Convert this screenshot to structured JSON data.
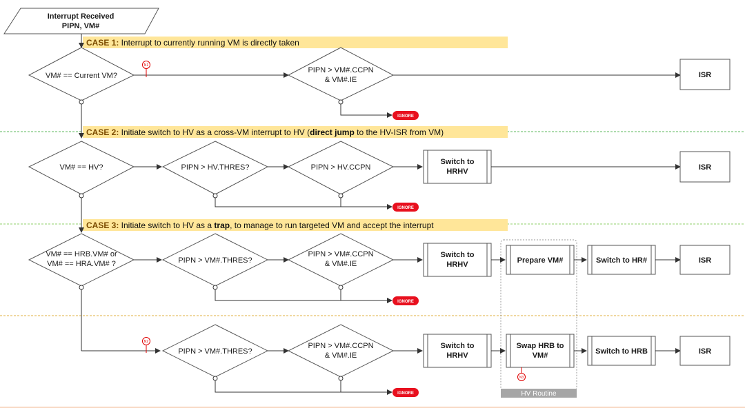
{
  "start": {
    "line1": "Interrupt Received",
    "line2": "PIPN, VM#"
  },
  "cases": [
    {
      "head": "CASE 1:",
      "pre": " Interrupt to currently running VM is directly taken",
      "bold": "",
      "post": ""
    },
    {
      "head": "CASE 2:",
      "pre": " Initiate switch to HV as a cross-VM interrupt to HV (",
      "bold": "direct jump",
      "post": " to the HV-ISR from VM)"
    },
    {
      "head": "CASE 3:",
      "pre": " Initiate switch to HV as a ",
      "bold": "trap",
      "post": ", to manage to run targeted VM and accept the interrupt"
    }
  ],
  "row1": {
    "d1": "VM# == Current VM?",
    "d2a": "PIPN > VM#.CCPN",
    "d2b": "& VM#.IE",
    "isr": "ISR"
  },
  "row2": {
    "d1": "VM# == HV?",
    "d2": "PIPN > HV.THRES?",
    "d3": "PIPN > HV.CCPN",
    "sw_a": "Switch to",
    "sw_b": "HRHV",
    "isr": "ISR"
  },
  "row3": {
    "d1a": "VM# == HRB.VM# or",
    "d1b": "VM# == HRA.VM# ?",
    "d2": "PIPN > VM#.THRES?",
    "d3a": "PIPN > VM#.CCPN",
    "d3b": "& VM#.IE",
    "sw_a": "Switch to",
    "sw_b": "HRHV",
    "prep": "Prepare VM#",
    "swhr": "Switch to HR#",
    "isr": "ISR"
  },
  "row4": {
    "d2": "PIPN > VM#.THRES?",
    "d3a": "PIPN > VM#.CCPN",
    "d3b": "& VM#.IE",
    "sw_a": "Switch to",
    "sw_b": "HRHV",
    "swap_a": "Swap HRB to",
    "swap_b": "VM#",
    "swhrb": "Switch to HRB",
    "isr": "ISR"
  },
  "ignore": "IGNORE",
  "notes": {
    "n1": "N1",
    "n2": "N2",
    "n3": "N3"
  },
  "hv_routine": "HV Routine",
  "colors": {
    "case_bg": "#ffe699",
    "ignore": "#e8101e",
    "note": "#e00000",
    "sep_green": "#5cb85c",
    "sep_yellow": "#e0b040",
    "hv_label_bg": "#a6a6a6"
  }
}
